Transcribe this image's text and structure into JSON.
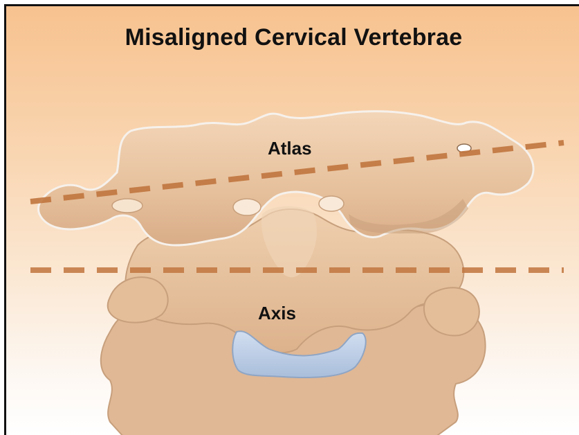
{
  "title": "Misaligned Cervical Vertebrae",
  "labels": {
    "atlas": "Atlas",
    "axis": "Axis"
  },
  "colors": {
    "background_top": "#f7c28f",
    "background_bottom": "#ffffff",
    "bone": "#ecc9a6",
    "bone_shadow": "#c9a07c",
    "disc": "#b9cbe2",
    "dashed_line": "#c1763f"
  }
}
